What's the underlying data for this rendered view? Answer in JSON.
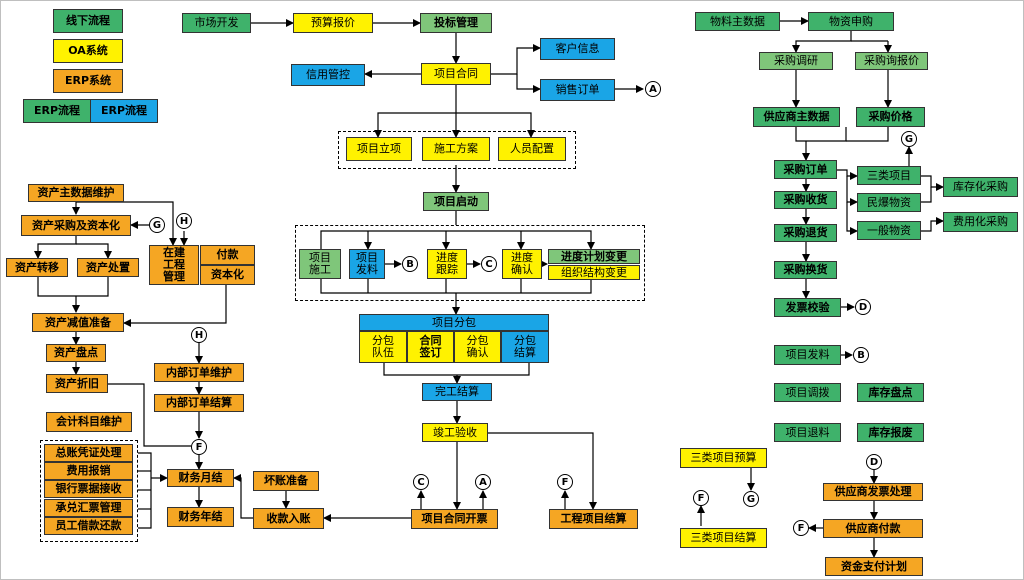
{
  "legend": {
    "offline": "线下流程",
    "oa": "OA系统",
    "erp": "ERP系统",
    "erp_flow1": "ERP流程",
    "erp_flow2": "ERP流程"
  },
  "center": {
    "market": "市场开发",
    "budget_quote": "预算报价",
    "bid": "投标管理",
    "customer_info": "客户信息",
    "credit": "信用管控",
    "project_contract": "项目合同",
    "sales_order": "销售订单",
    "project_setup": "项目立项",
    "construction_plan": "施工方案",
    "staffing": "人员配置",
    "project_start": "项目启动",
    "project_construct": "项目\n施工",
    "project_issue": "项目\n发料",
    "progress_track": "进度\n跟踪",
    "progress_confirm": "进度\n确认",
    "plan_change": "进度计划变更",
    "org_change": "组织结构变更",
    "subcontract": "项目分包",
    "sub_team": "分包\n队伍",
    "contract_sign": "合同\n签订",
    "sub_confirm": "分包\n确认",
    "sub_settle": "分包\n结算",
    "completion_settle": "完工结算",
    "final_accept": "竣工验收",
    "invoice": "项目合同开票",
    "eng_settle": "工程项目结算"
  },
  "left": {
    "asset_master": "资产主数据维护",
    "asset_purchase": "资产采购及资本化",
    "asset_transfer": "资产转移",
    "asset_dispose": "资产处置",
    "wip": "在建\n工程\n管理",
    "payment": "付款",
    "capitalize": "资本化",
    "impairment": "资产减值准备",
    "inventory_count": "资产盘点",
    "depreciation": "资产折旧",
    "coa": "会计科目维护",
    "internal_order": "内部订单维护",
    "internal_settle": "内部订单结算",
    "gl_voucher": "总账凭证处理",
    "expense": "费用报销",
    "bank_receipt": "银行票据接收",
    "acceptance_bill": "承兑汇票管理",
    "employee_loan": "员工借款还款",
    "month_close": "财务月结",
    "year_close": "财务年结",
    "bad_debt": "坏账准备",
    "receipt": "收款入账"
  },
  "right": {
    "material_master": "物料主数据",
    "material_request": "物资申购",
    "purchase_research": "采购调研",
    "purchase_inquiry": "采购询报价",
    "vendor_master": "供应商主数据",
    "purchase_price": "采购价格",
    "po": "采购订单",
    "receiving": "采购收货",
    "return": "采购退货",
    "exchange": "采购换货",
    "invoice_verify": "发票校验",
    "class3": "三类项目",
    "civil": "民爆物资",
    "general": "一般物资",
    "stock_purchase": "库存化采购",
    "expense_purchase": "费用化采购",
    "project_issue": "项目发料",
    "project_transfer": "项目调拨",
    "stock_count": "库存盘点",
    "project_return": "项目退料",
    "stock_scrap": "库存报废",
    "class3_budget": "三类项目预算",
    "class3_settle": "三类项目结算",
    "vendor_invoice": "供应商发票处理",
    "vendor_payment": "供应商付款",
    "fund_plan": "资金支付计划"
  },
  "markers": {
    "a": "A",
    "b": "B",
    "c": "C",
    "d": "D",
    "f": "F",
    "g": "G",
    "h": "H"
  }
}
